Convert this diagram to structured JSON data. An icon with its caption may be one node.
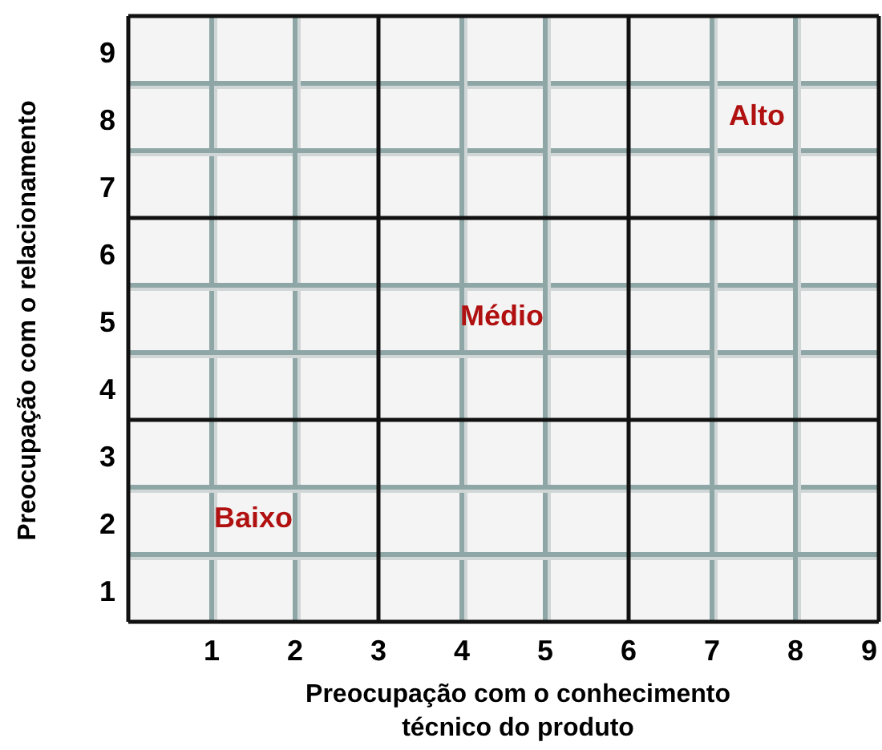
{
  "diagram": {
    "labels": [
      "Preocupação com o relacionamento",
      "9",
      "8",
      "7",
      "6",
      "5",
      "4",
      "3",
      "2",
      "1",
      "Alto",
      "Médio",
      "Baixo",
      "1",
      "2",
      "3",
      "4",
      "5",
      "6",
      "7",
      "8",
      "9",
      "Preocupação com o conhecimento técnico do produto"
    ]
  }
}
